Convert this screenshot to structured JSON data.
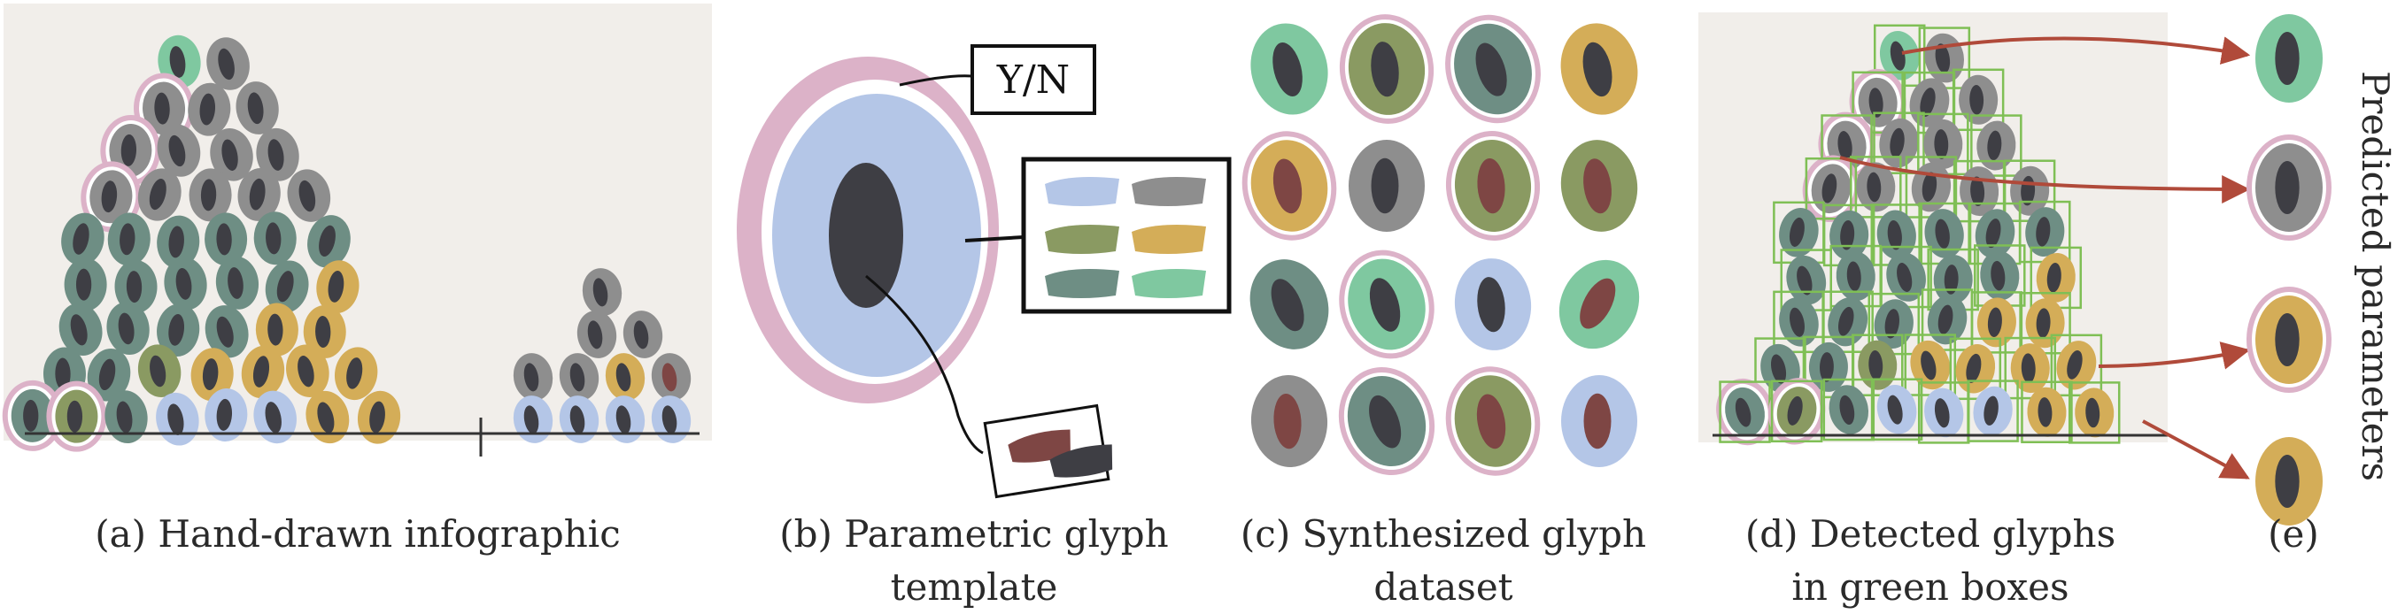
{
  "panels": {
    "a": {
      "caption": "(a) Hand-drawn infographic"
    },
    "b": {
      "caption_line1": "(b) Parametric glyph",
      "caption_line2": "template",
      "yn_label": "Y/N"
    },
    "c": {
      "caption_line1": "(c) Synthesized glyph",
      "caption_line2": "dataset"
    },
    "d": {
      "caption_line1": "(d) Detected glyphs",
      "caption_line2": "in green boxes"
    },
    "e": {
      "caption": "(e)",
      "side_label": "Predicted parameters"
    }
  },
  "colors": {
    "pink_ring": "#dcb2c8",
    "blue": "#b4c6e7",
    "green": "#7fc8a0",
    "olive": "#8a9a62",
    "mustard": "#d4ad58",
    "teal_gray": "#6e8e84",
    "gray": "#8e8e8e",
    "dark_center": "#3e3e44",
    "red_center": "#7e4644",
    "detect_box": "#7fbf55",
    "arrow_red": "#b04a3a",
    "paper": "#f1eeea"
  },
  "palette_swatches": [
    "#b4c6e7",
    "#8e8e8e",
    "#8a9a62",
    "#d4ad58",
    "#6e8e84",
    "#7fc8a0"
  ],
  "center_swatches": [
    "#7e4644",
    "#3e3e44"
  ],
  "dataset_grid": [
    [
      "green-dark",
      "olive-ring",
      "teal-ring",
      "mustard-dark"
    ],
    [
      "mustard-red-ring",
      "gray-dark",
      "olive-red-ring",
      "olive-red"
    ],
    [
      "teal-dark",
      "green-ring",
      "blue-dark",
      "green-red"
    ],
    [
      "gray-red",
      "teal-ring",
      "olive-red-ring",
      "blue-red"
    ]
  ],
  "predicted": [
    "green-dark",
    "gray-ring",
    "mustard-ring",
    "mustard-dark"
  ]
}
